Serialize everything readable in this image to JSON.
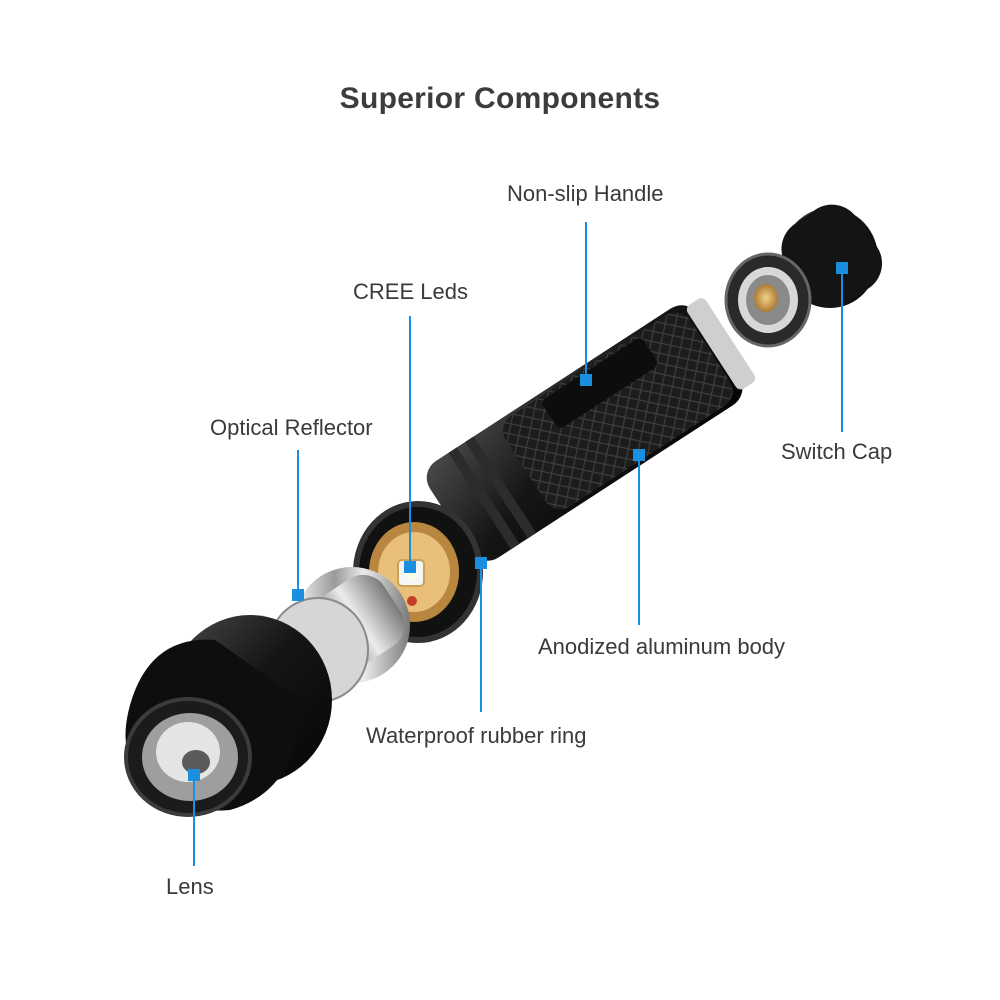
{
  "title": "Superior Components",
  "accent_color": "#1a8fe0",
  "labels": {
    "non_slip_handle": "Non-slip Handle",
    "cree_leds": "CREE Leds",
    "optical_reflector": "Optical Reflector",
    "switch_cap": "Switch Cap",
    "anodized_body": "Anodized aluminum body",
    "waterproof_ring": "Waterproof rubber ring",
    "lens": "Lens"
  }
}
